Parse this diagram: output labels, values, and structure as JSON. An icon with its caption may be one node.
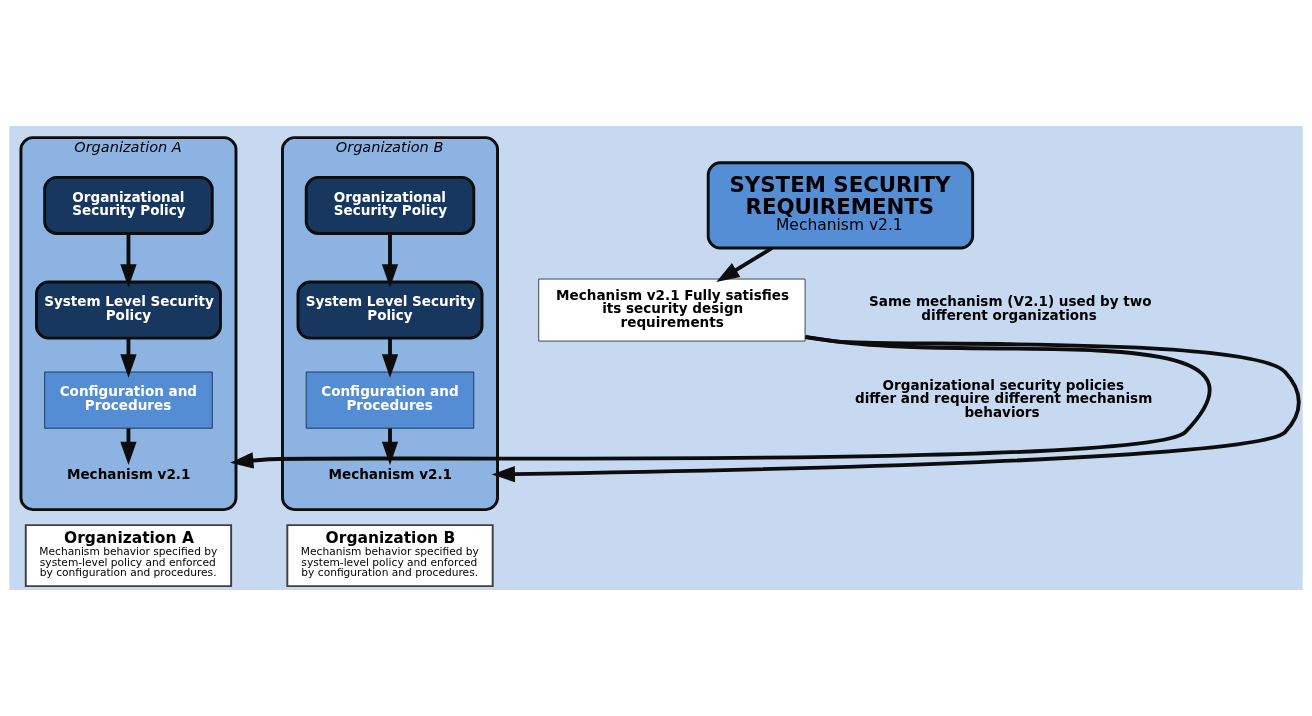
{
  "diagram": {
    "nodes": [
      {
        "text": [
          "Organization A"
        ]
      },
      {
        "text": [
          "Organizational Security Policy"
        ],
        "in": 0
      },
      {
        "text": [
          "System Level Security Policy"
        ],
        "in": 0
      },
      {
        "text": [
          "Configuration and Procedures"
        ],
        "in": 0
      },
      {
        "text": [
          "Mechanism v2.1"
        ],
        "in": 0
      },
      {
        "text": [
          "SYSTEM SECURITY REQUIREMENTS",
          "Mechanism v2.1"
        ]
      },
      {
        "text": [
          "Mechanism v2.1 Fully satisfies its security design requirements"
        ]
      },
      {
        "text": [
          "Organization B"
        ]
      },
      {
        "text": [
          "Organizational Security Policy"
        ],
        "in": 7
      },
      {
        "text": [
          "System Level Security Policy"
        ],
        "in": 7
      },
      {
        "text": [
          "Configuration and Procedures"
        ],
        "in": 7
      },
      {
        "text": [
          "Mechanism v2.1"
        ],
        "in": 7
      },
      {
        "text": [
          "Organization A",
          "Mechanism behavior specified by system-level policy and enforced by configuration and procedures."
        ]
      },
      {
        "text": [
          "Organization B",
          "Mechanism behavior specified by system-level policy and enforced by configuration and procedures."
        ]
      }
    ],
    "edges": [
      {
        "from": 1,
        "to": 2,
        "arrow": "to"
      },
      {
        "from": 2,
        "to": 3,
        "arrow": "to"
      },
      {
        "from": 3,
        "to": 4,
        "arrow": "to"
      },
      {
        "from": 5,
        "to": 6,
        "arrow": "to"
      },
      {
        "from": 6,
        "to": 0,
        "arrow": "to"
      },
      {
        "from": 6,
        "to": 7,
        "arrow": "to"
      },
      {
        "from": 8,
        "to": 9,
        "arrow": "to"
      },
      {
        "from": 9,
        "to": 10,
        "arrow": "to"
      },
      {
        "from": 10,
        "to": 11,
        "arrow": "to"
      }
    ],
    "labels": [
      "Same mechanism (V2.1) used by two different organizations",
      "Organizational security policies differ and require different mechanism behaviors"
    ]
  }
}
